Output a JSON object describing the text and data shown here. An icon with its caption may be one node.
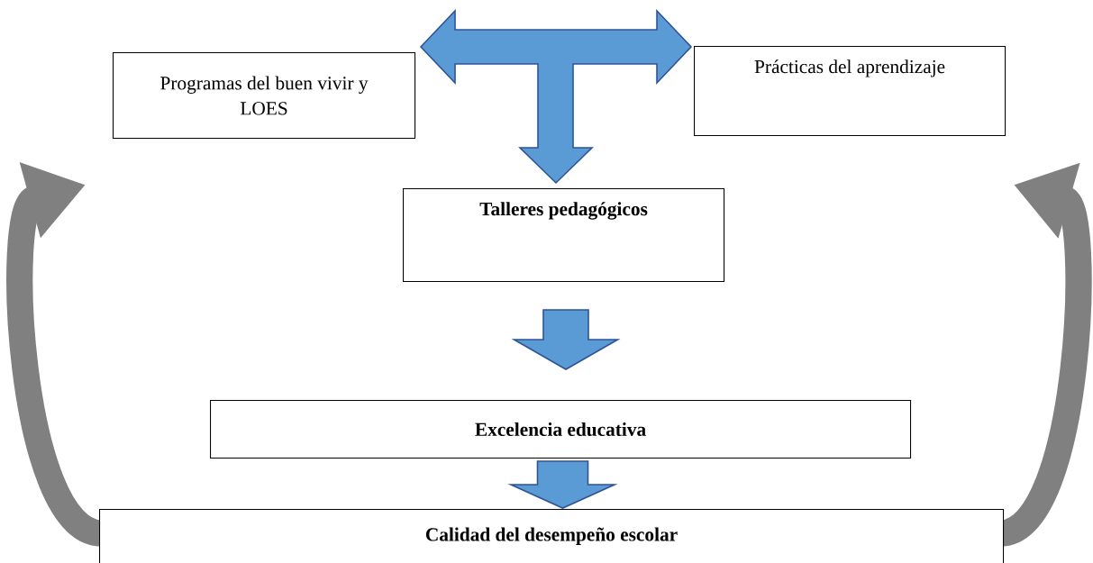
{
  "diagram": {
    "nodes": [
      {
        "text": [
          "Programas del buen vivir y LOES"
        ]
      },
      {
        "text": [
          "Prácticas del aprendizaje"
        ]
      },
      {
        "text": [
          "**Talleres pedagógicos**"
        ]
      },
      {
        "text": [
          "**Excelencia educativa**"
        ]
      },
      {
        "text": [
          "**Calidad del desempeño escolar**"
        ]
      }
    ],
    "edges": [
      {
        "from": 0,
        "to": 1,
        "arrow": "both"
      },
      {
        "from": null,
        "to": 2,
        "arrow": "to"
      },
      {
        "from": 2,
        "to": 3,
        "arrow": "to"
      },
      {
        "from": 3,
        "to": 4,
        "arrow": "to"
      },
      {
        "from": 4,
        "to": 0,
        "arrow": "to",
        "color": "#808080"
      },
      {
        "from": 4,
        "to": 1,
        "arrow": "to",
        "color": "#808080"
      }
    ]
  }
}
